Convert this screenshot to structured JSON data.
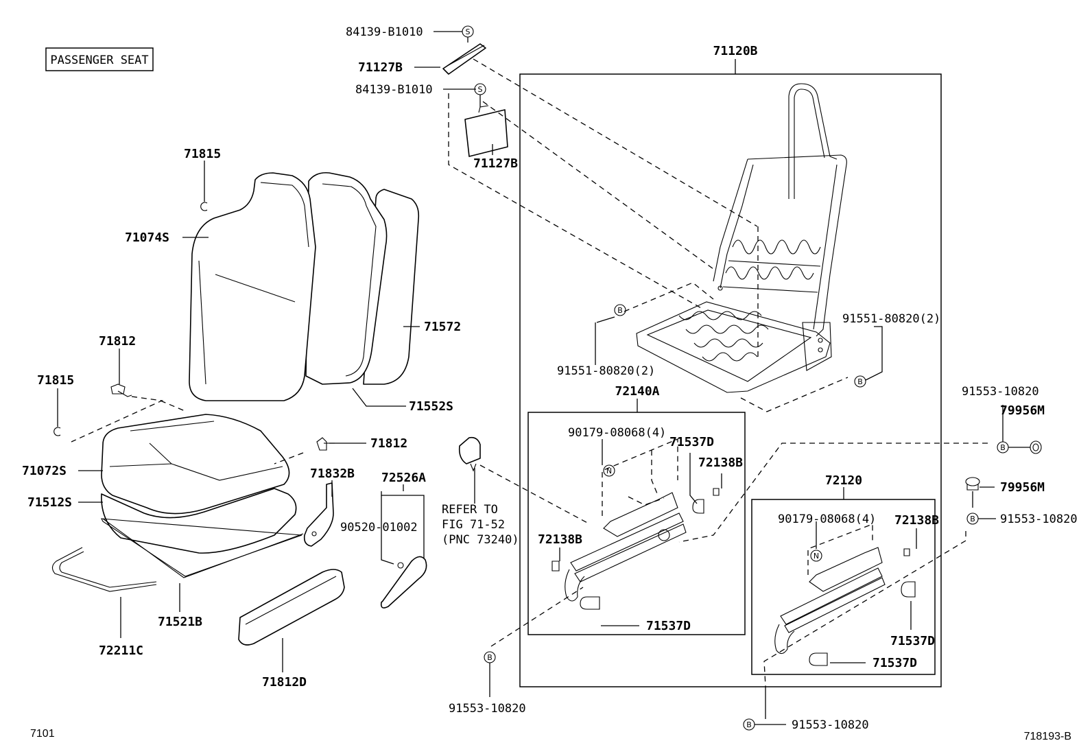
{
  "header": {
    "box_label": "PASSENGER SEAT"
  },
  "footer": {
    "left_code": "7101",
    "right_code": "718193-B"
  },
  "symbols": {
    "s": "S",
    "b": "B",
    "n": "N"
  },
  "labels": {
    "screw_top": "84139-B1010",
    "cover_top": "71127B",
    "screw_mid": "84139-B1010",
    "cover_mid": "71127B",
    "frame_assy": "71120B",
    "clip_top": "71815",
    "back_cover": "71074S",
    "back_board": "71572",
    "back_pad": "71552S",
    "hook_upper": "71812",
    "clip_lower": "71815",
    "hook_right": "71812",
    "cush_cover": "71072S",
    "cush_pad": "71512S",
    "cover_b": "71832B",
    "knob_set": "72526A",
    "clip_9052": "90520-01002",
    "shield": "71521B",
    "wire": "72211C",
    "shield_d": "71812D",
    "refer_1": "REFER TO",
    "refer_2": "FIG 71-52",
    "refer_3": "(PNC 73240)",
    "bolt_left": "91551-80820(2)",
    "bolt_right": "91551-80820(2)",
    "adj_a": "72140A",
    "nut_a": "90179-08068(4)",
    "cover_d_a": "71537D",
    "cap_b_a1": "72138B",
    "cap_b_a2": "72138B",
    "cover_d_a2": "71537D",
    "bolt_bl": "91553-10820",
    "bolt_tr": "91553-10820",
    "cap_m1": "79956M",
    "cap_m2": "79956M",
    "bolt_r2": "91553-10820",
    "adj_b": "72120",
    "nut_b": "90179-08068(4)",
    "cap_b_b": "72138B",
    "cover_d_b1": "71537D",
    "cover_d_b2": "71537D",
    "bolt_br": "91553-10820"
  }
}
